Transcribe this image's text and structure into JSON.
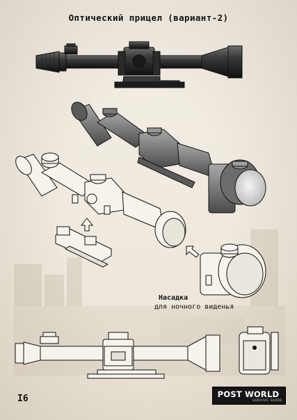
{
  "title": "Оптический прицел (вариант-2)",
  "caption": {
    "line1": "Насадка",
    "line2": "для ночного виденья"
  },
  "page_number": "I6",
  "logo": {
    "text": "POST WORLD",
    "subtext": "SURVIVE GUIDE"
  },
  "colors": {
    "background": "#f1ece2",
    "ink": "#111111",
    "dark_scope": "#2a2a2a",
    "grey_scope": "#7d7d7d",
    "lens": "#d8d8d8"
  },
  "icons": [
    "arrow-up-icon",
    "arrow-diagonal-icon"
  ]
}
